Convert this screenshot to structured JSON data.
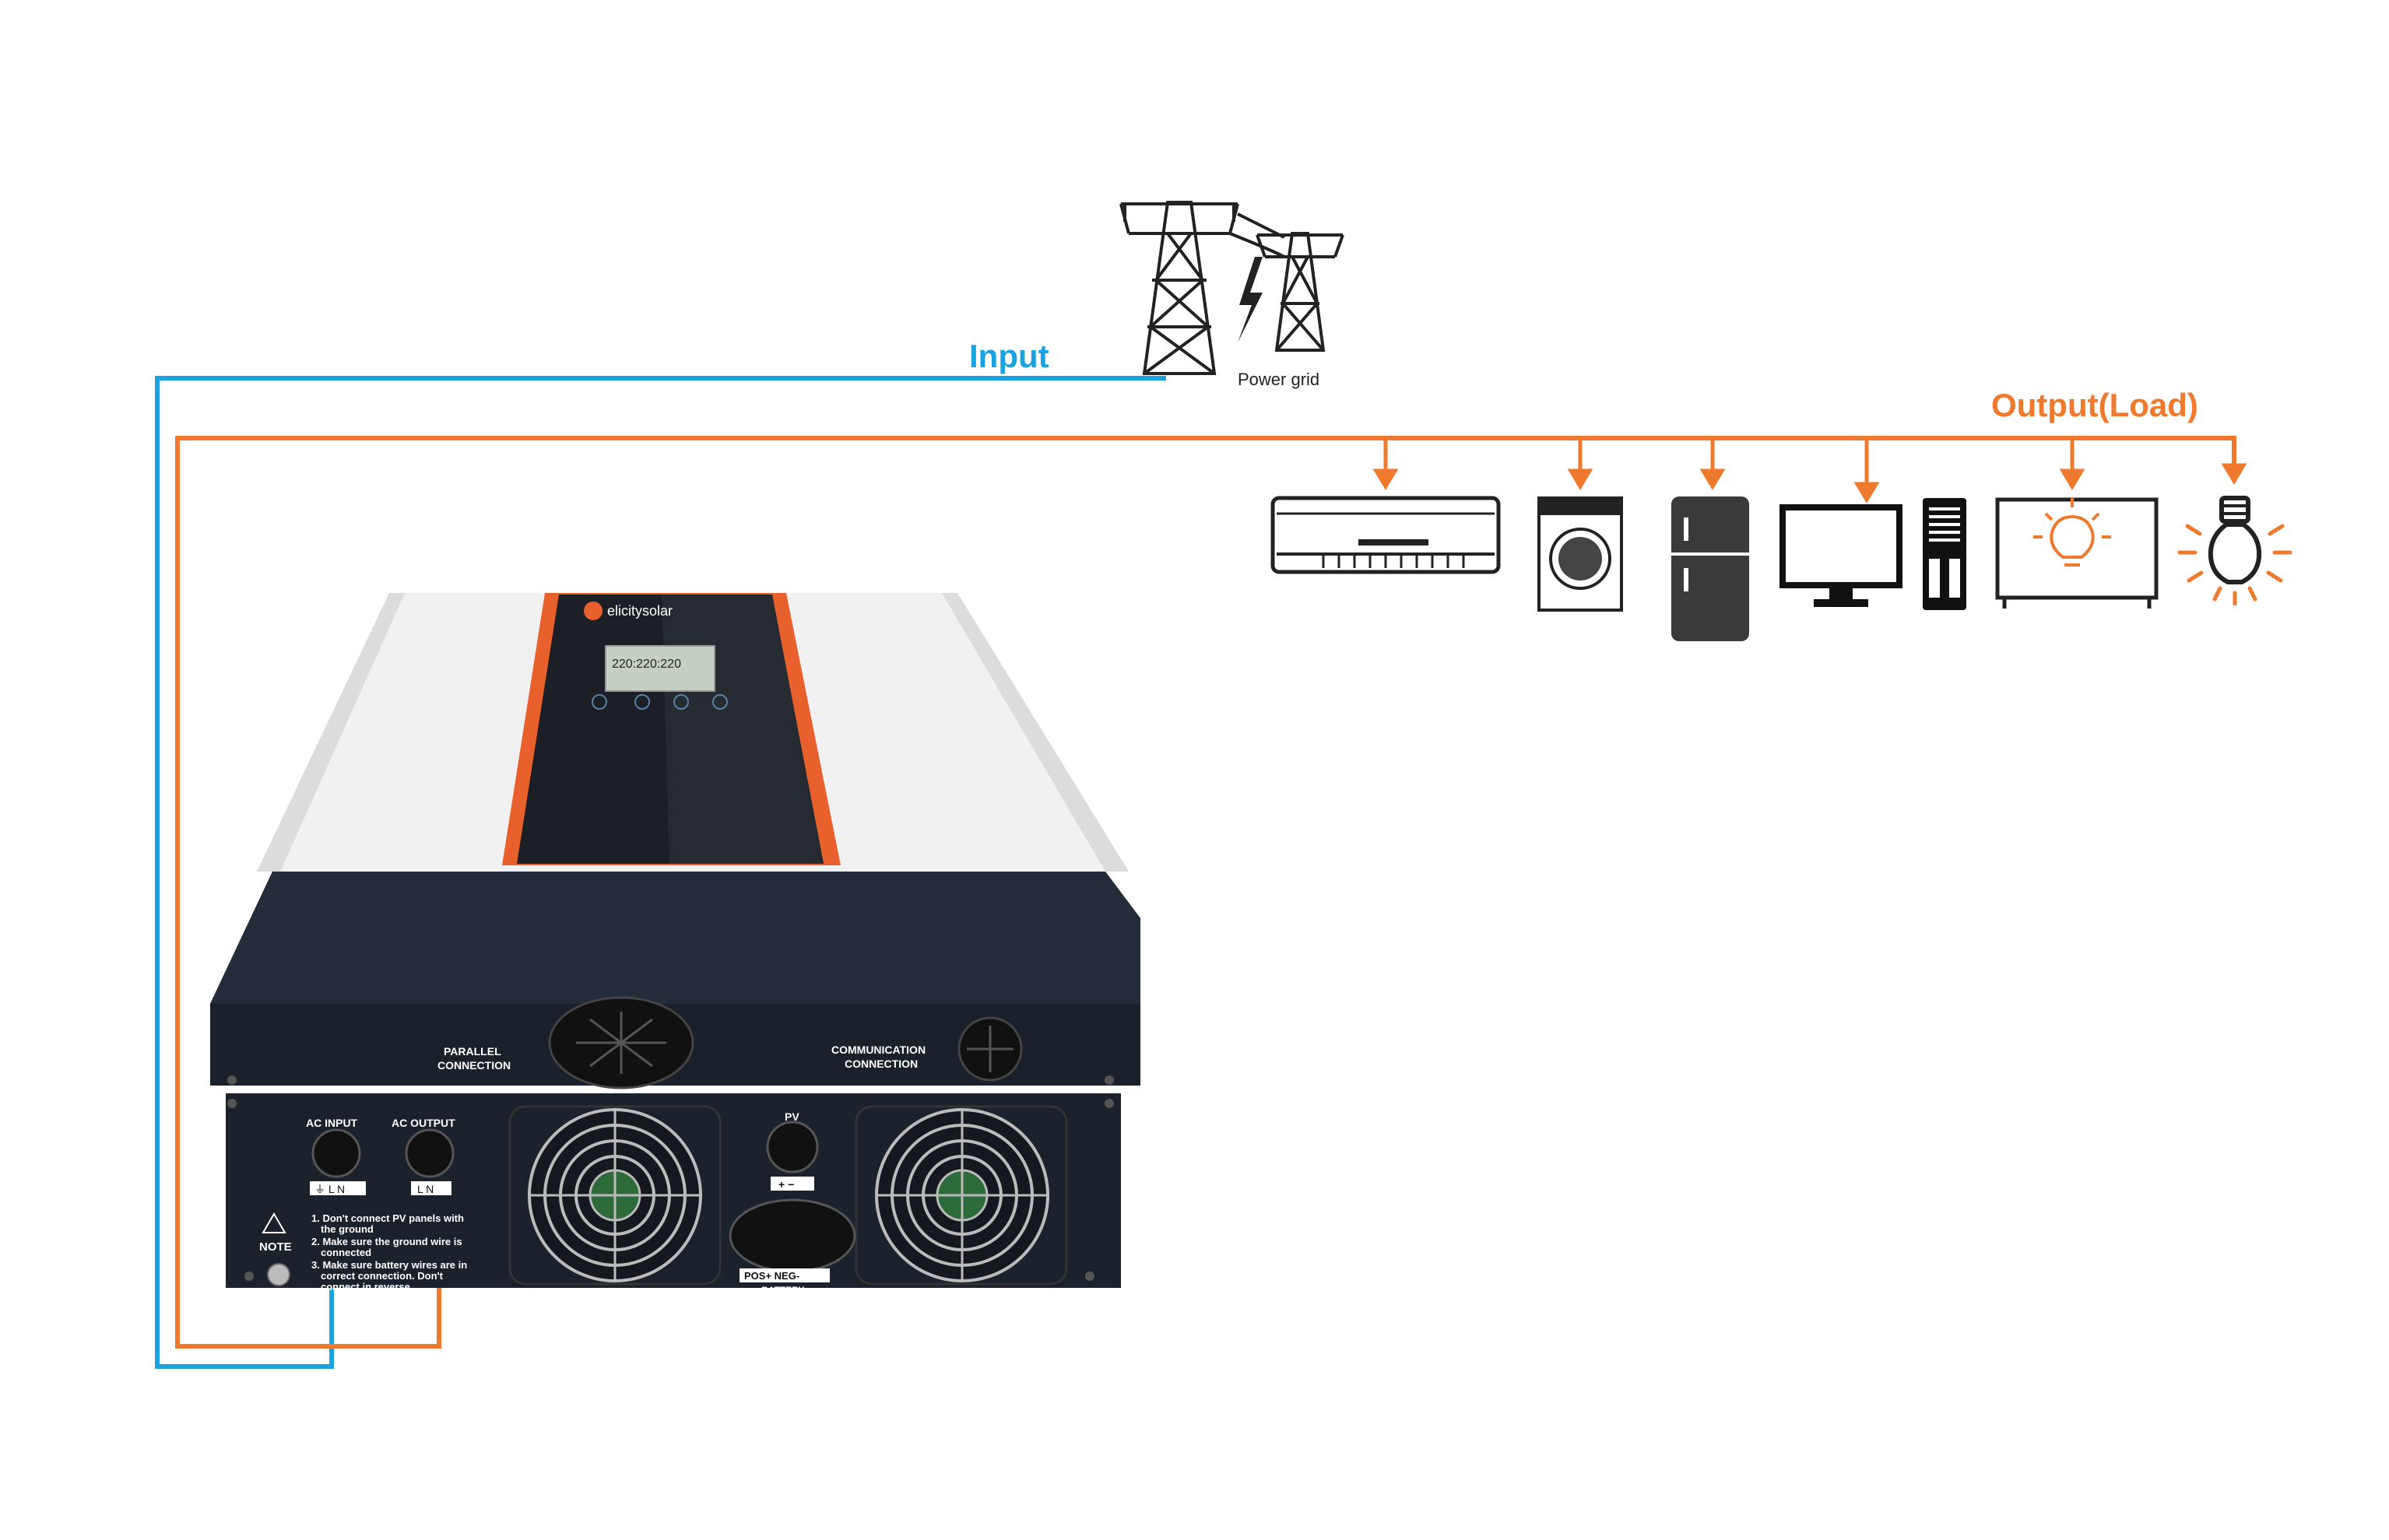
{
  "labels": {
    "input": "Input",
    "output": "Output(Load)",
    "power_grid": "Power grid"
  },
  "inverter": {
    "brand": "elicitysolar",
    "lcd_readout": "220:220:220",
    "port_labels": {
      "parallel_line1": "PARALLEL",
      "parallel_line2": "CONNECTION",
      "comm_line1": "COMMUNICATION",
      "comm_line2": "CONNECTION",
      "ac_input": "AC INPUT",
      "ac_output": "AC OUTPUT",
      "pv": "PV",
      "ac_input_terminals": "⏚ L N",
      "ac_output_terminals": "L N",
      "pv_terminals": "+ −",
      "battery_terminals": "POS+ NEG-",
      "battery": "BATTERY",
      "note": "NOTE"
    },
    "notes": [
      "1. Don't connect PV panels with",
      "the ground",
      "2. Make sure the ground wire is",
      "connected",
      "3. Make sure battery wires are in",
      "correct connection. Don't",
      "connect in reverse."
    ]
  },
  "loads": [
    {
      "icon": "air-conditioner-icon"
    },
    {
      "icon": "washing-machine-icon"
    },
    {
      "icon": "refrigerator-icon"
    },
    {
      "icon": "desktop-computer-icon"
    },
    {
      "icon": "tv-icon"
    },
    {
      "icon": "light-bulb-icon"
    }
  ],
  "colors": {
    "input_line": "#1aa3e0",
    "output_line": "#ef7a2e",
    "inverter_dark": "#1d2530",
    "inverter_accent": "#e8602c"
  }
}
